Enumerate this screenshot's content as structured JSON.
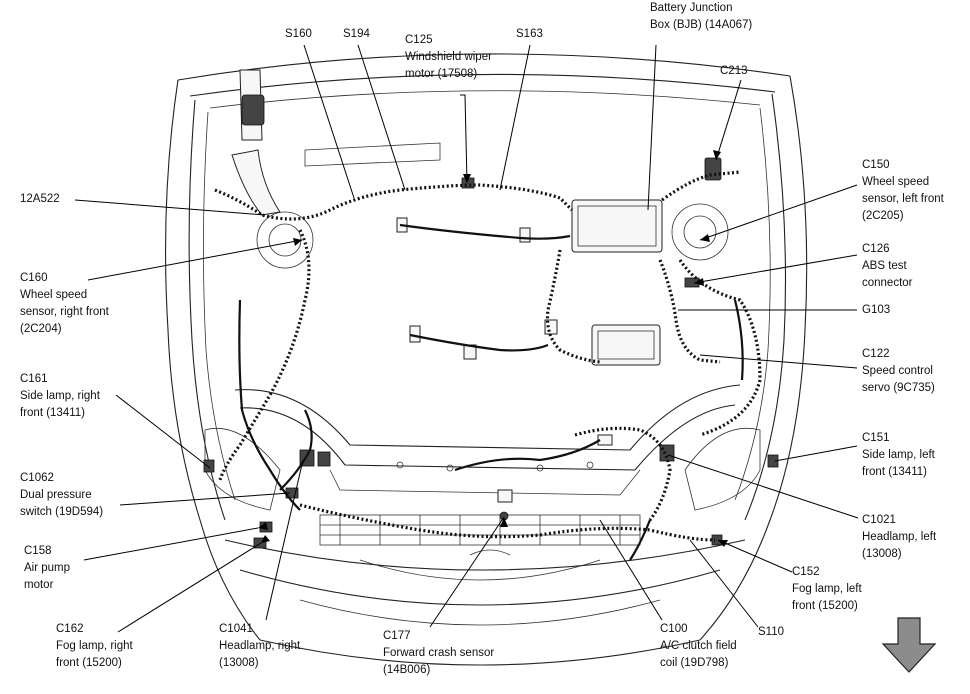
{
  "labels": {
    "s160": [
      "S160"
    ],
    "s194": [
      "S194"
    ],
    "c125": [
      "C125",
      "Windshield wiper",
      "motor (17508)"
    ],
    "s163": [
      "S163"
    ],
    "bjb": [
      "Battery Junction",
      "Box (BJB) (14A067)"
    ],
    "c213": [
      "C213"
    ],
    "a12a522": [
      "12A522"
    ],
    "c150": [
      "C150",
      "Wheel speed",
      "sensor, left front",
      "(2C205)"
    ],
    "c126": [
      "C126",
      "ABS test",
      "connector"
    ],
    "g103": [
      "G103"
    ],
    "c122": [
      "C122",
      "Speed control",
      "servo (9C735)"
    ],
    "c160": [
      "C160",
      "Wheel speed",
      "sensor, right front",
      "(2C204)"
    ],
    "c161": [
      "C161",
      "Side lamp, right",
      "front (13411)"
    ],
    "c151": [
      "C151",
      "Side lamp, left",
      "front (13411)"
    ],
    "c1062": [
      "C1062",
      "Dual pressure",
      "switch (19D594)"
    ],
    "c1021": [
      "C1021",
      "Headlamp, left",
      "(13008)"
    ],
    "c158": [
      "C158",
      "Air pump",
      "motor"
    ],
    "c152": [
      "C152",
      "Fog lamp, left",
      "front (15200)"
    ],
    "c162": [
      "C162",
      "Fog lamp, right",
      "front (15200)"
    ],
    "c1041": [
      "C1041",
      "Headlamp, right",
      "(13008)"
    ],
    "c177": [
      "C177",
      "Forward crash sensor",
      "(14B006)"
    ],
    "c100": [
      "C100",
      "A/C clutch field",
      "coil (19D798)"
    ],
    "s110": [
      "S110"
    ]
  },
  "icons": {
    "direction_arrow": "down-arrow-icon",
    "arrow_color": "#8c8c8c"
  }
}
